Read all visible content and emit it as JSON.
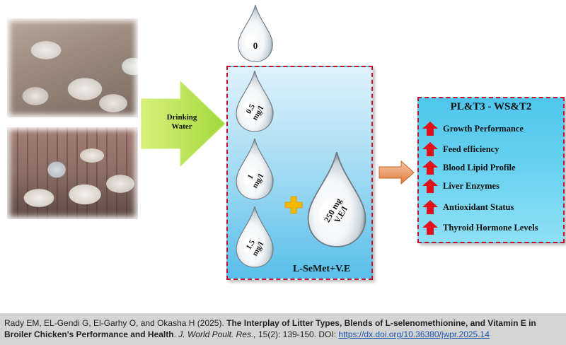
{
  "arrow_label": "Drinking Water",
  "drops": [
    {
      "value": "0",
      "unit": ""
    },
    {
      "value": "0.5",
      "unit": "mg/l"
    },
    {
      "value": "1",
      "unit": "mg/l"
    },
    {
      "value": "1.5",
      "unit": "mg/l"
    }
  ],
  "vitamin_drop": {
    "value": "250 mg",
    "unit": "V.E/l"
  },
  "box_label": "L-SeMet+V.E",
  "results": {
    "title": "PL&T3  - WS&T2",
    "items": [
      "Growth Performance",
      "Feed efficiency",
      "Blood Lipid Profile",
      "Liver Enzymes",
      "Antioxidant Status",
      "Thyroid Hormone Levels"
    ]
  },
  "colors": {
    "box_border": "#c8102e",
    "up_arrow": "#e2101a",
    "plus": "#f5b800",
    "side_arrow": "#e8925a",
    "drinking_arrow": "#a9df4a"
  },
  "citation": {
    "authors": "Rady EM, EL-Gendi G, El-Garhy O, and Okasha H (2025).",
    "title": "The Interplay of Litter Types, Blends of L-selenomethionine, and Vitamin E in Broiler Chicken's Performance and Health",
    "journal": "J. World Poult. Res.,",
    "volume": "15(2): 139-150. DOI:",
    "doi": "https://dx.doi.org/10.36380/jwpr.2025.14"
  }
}
